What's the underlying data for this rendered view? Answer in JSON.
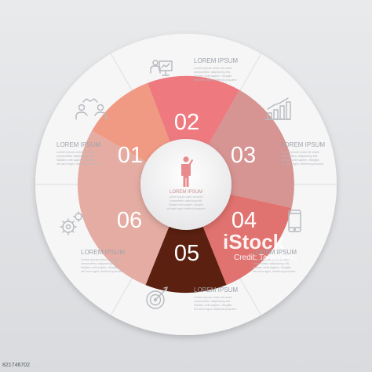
{
  "colors": {
    "background": "#e2e3e6",
    "outer_ring": "#f6f6f7",
    "seg_01": "#f09a84",
    "seg_02": "#ee7a80",
    "seg_03": "#d69492",
    "seg_04": "#e0726f",
    "seg_05": "#5b2010",
    "seg_06": "#e4aca3",
    "center_person": "#e88b8c"
  },
  "segments": [
    {
      "number": "01",
      "icon": "handshake-users-icon",
      "heading": "LOREM IPSUM",
      "body": [
        "Lorem ipsum dolor sit amet,",
        "consectetur adipiscing elit.",
        "Nullam velit sapien, fringilla",
        "vel sem eget, eleifend posuere"
      ]
    },
    {
      "number": "02",
      "icon": "presentation-board-icon",
      "heading": "LOREM IPSUM",
      "body": [
        "Lorem ipsum dolor sit amet,",
        "consectetur adipiscing elit.",
        "Nullam velit sapien, fringilla",
        "vel sem eget, eleifend posuere"
      ]
    },
    {
      "number": "03",
      "icon": "bar-chart-icon",
      "heading": "LOREM IPSUM",
      "body": [
        "Lorem ipsum dolor sit amet,",
        "consectetur adipiscing elit.",
        "Nullam velit sapien, fringilla",
        "vel sem eget, eleifend posuere"
      ]
    },
    {
      "number": "04",
      "icon": "mobile-phone-icon",
      "heading": "LOREM IPSUM",
      "body": [
        "Lorem ipsum dolor sit amet,",
        "consectetur adipiscing elit.",
        "Nullam velit sapien, fringilla",
        "vel sem eget, eleifend posuere"
      ]
    },
    {
      "number": "05",
      "icon": "target-arrow-icon",
      "heading": "LOREM IPSUM",
      "body": [
        "Lorem ipsum dolor sit amet,",
        "consectetur adipiscing elit.",
        "Nullam velit sapien, fringilla",
        "vel sem eget, eleifend posuere"
      ]
    },
    {
      "number": "06",
      "icon": "gears-icon",
      "heading": "LOREM IPSUM",
      "body": [
        "Lorem ipsum dolor sit amet,",
        "consectetur adipiscing elit.",
        "Nullam velit sapien, fringilla",
        "vel sem eget, eleifend posuere"
      ]
    }
  ],
  "center": {
    "icon": "thinking-person-icon",
    "heading": "LOREM IPSUM",
    "body": [
      "Lorem ipsum dolor sit amet,",
      "consectetur adipiscing elit.",
      "Nullam velit sapien, fringilla",
      "vel sem eget, eleifend posuere"
    ]
  },
  "watermark": {
    "brand": "iStock",
    "credit": "Credit: TarapongS",
    "image_id": "821746702"
  }
}
